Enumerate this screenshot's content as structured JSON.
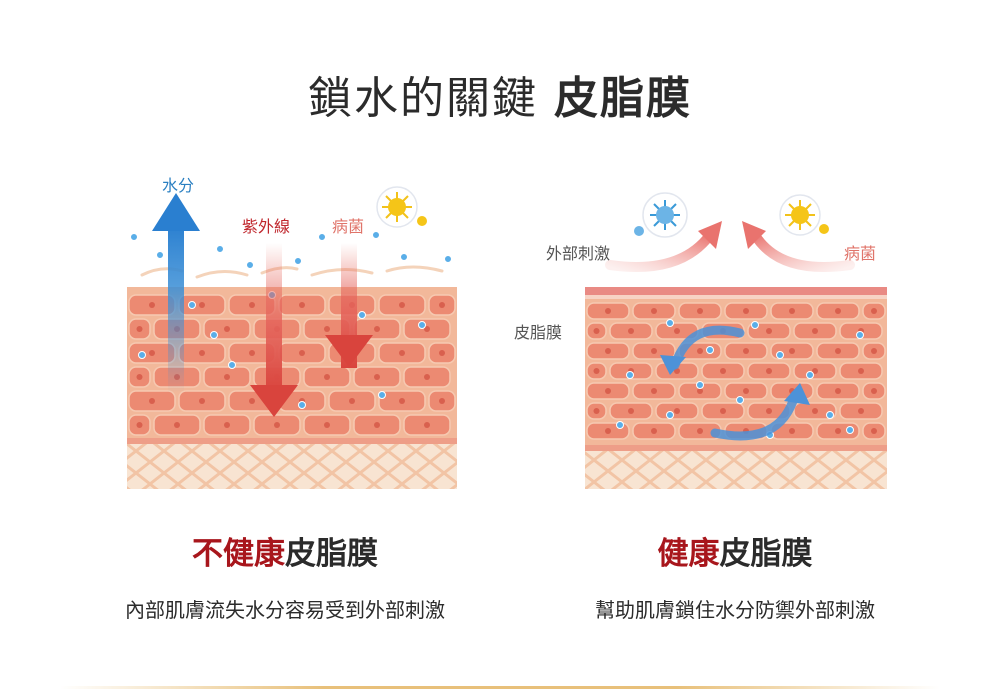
{
  "title": {
    "part1": "鎖水的關鍵",
    "part2": "皮脂膜"
  },
  "left": {
    "label_water": "水分",
    "label_uv": "紫外線",
    "label_germs": "病菌",
    "heading_accent": "不健康",
    "heading_rest": "皮脂膜",
    "caption": "內部肌膚流失水分容易受到外部刺激"
  },
  "right": {
    "label_stimulus": "外部刺激",
    "label_germs": "病菌",
    "label_sebum": "皮脂膜",
    "heading_accent": "健康",
    "heading_rest": "皮脂膜",
    "caption": "幫助肌膚鎖住水分防禦外部刺激"
  },
  "colors": {
    "skin_base": "#f2b89a",
    "cell_fill": "#ec8a72",
    "cell_line": "#f6c9b1",
    "water_arrow": "#3b8fd6",
    "uv_arrow": "#e05a52",
    "sebum_film": "#e98a84",
    "mesh_bg": "#f6dcc7",
    "accent_red": "#a8161c"
  }
}
